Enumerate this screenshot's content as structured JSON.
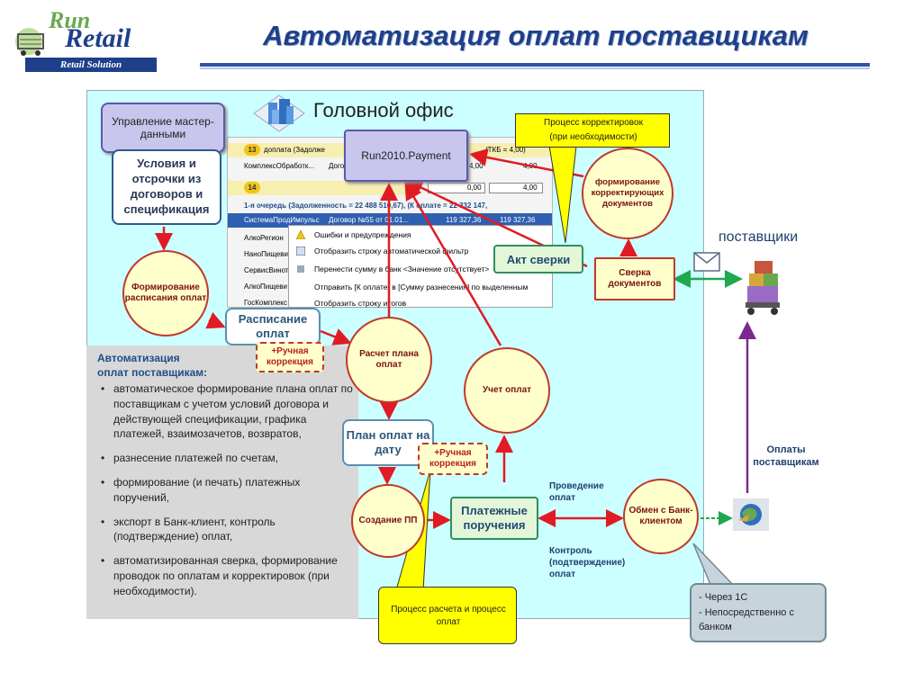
{
  "header": {
    "title": "Автоматизация оплат поставщикам",
    "logo_run": "Run",
    "logo_retail": "Retail",
    "logo_sub": "Retail Solution"
  },
  "office": {
    "title": "Головной офис"
  },
  "nodes": {
    "master": "Управление мастер-данными",
    "conditions": "Условия и отсрочки из договоров и спецификация",
    "payment": "Run2010.Payment",
    "schedule_circle": "Формирование расписания оплат",
    "schedule_box": "Расписание оплат",
    "manual1": "+Ручная коррекция",
    "calc": "Расчет плана оплат",
    "plan_date": "План оплат на дату",
    "manual2": "+Ручная коррекция",
    "create_pp": "Создание ПП",
    "pay_orders": "Платежные поручения",
    "account": "Учет оплат",
    "akt": "Акт сверки",
    "sverka": "Сверка документов",
    "adjust": "формирование корректирующих документов",
    "exchange": "Обмен с Банк-клиентом"
  },
  "callouts": {
    "adjust_process_1": "Процесс корректировок",
    "adjust_process_2": "(при необходимости)",
    "calc_process": "Процесс расчета и процесс оплат",
    "bank_line1": "- Через 1С",
    "bank_line2": "- Непосредственно с банком"
  },
  "labels": {
    "suppliers": "поставщики",
    "pay_suppliers": "Оплаты поставщикам",
    "posting": "Проведение оплат",
    "control": "Контроль (подтверждение) оплат"
  },
  "grid": {
    "row1_badge": "13",
    "row1_text": "доплата (Задолже",
    "row1_tail": "(ТКБ = 4,00)",
    "row2_name": "КомплексОбработк...",
    "row2_doc": "Дого",
    "row2_v1": "4,00",
    "row2_v2": "4,00",
    "row3_v1": "0,00",
    "row3_v2": "4,00",
    "row4_badge": "14",
    "row5_text": "1-я очередь (Задолженность = 22 488 510,67), (К оплате = 22 332 147,",
    "row6_name": "СистемаПродИмпульс",
    "row6_doc": "Договор №55 от 01.01...",
    "row6_v1": "119 327,36",
    "row6_v2": "119 327,36",
    "names": [
      "АлкоРегион",
      "НаноПищеви",
      "СервисВинот",
      "АлкоПищеви",
      "ГосКомплекс"
    ]
  },
  "menu": {
    "items": [
      "Ошибки и предупреждения",
      "Отобразить строку автоматической фильтр",
      "Перенести сумму в банк   <Значение отсутствует>",
      "Отправить [К оплате] в [Сумму разнесения] по выделенным",
      "Отобразить строку итогов"
    ]
  },
  "automation": {
    "title_1": "Автоматизация",
    "title_2": "оплат поставщикам:",
    "items": [
      "автоматическое формирование плана оплат по поставщикам с учетом условий договора и действующей спецификации, графика платежей, взаимозачетов, возвратов,",
      "разнесение платежей по счетам,",
      "формирование (и печать) платежных поручений,",
      "экспорт в Банк-клиент, контроль (подтверждение) оплат,",
      "автоматизированная сверка, формирование проводок по оплатам и корректировок (при необходимости)."
    ]
  },
  "colors": {
    "title": "#1f3f8a",
    "frame_bg": "#ccffff",
    "arrow_red": "#e01b24",
    "arrow_green": "#1fa84f",
    "arrow_purple": "#7a2a8f",
    "arrow_blue": "#3a5fb0"
  }
}
